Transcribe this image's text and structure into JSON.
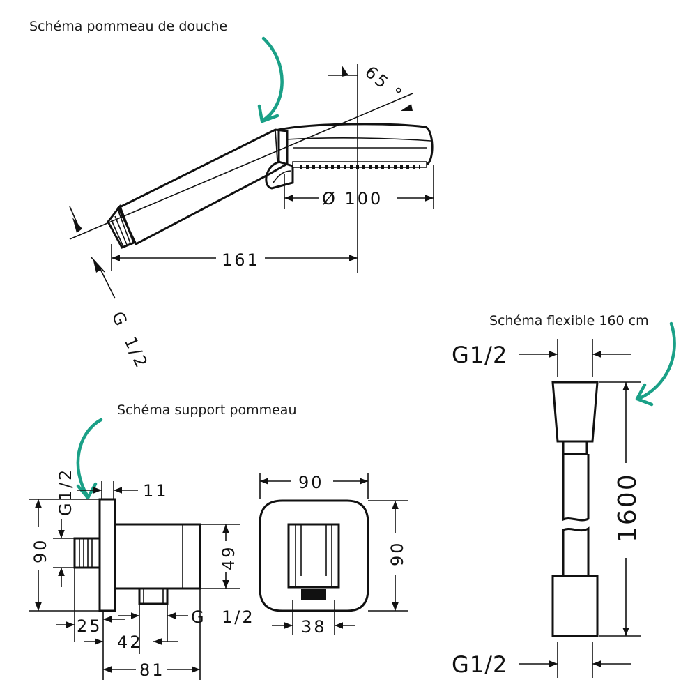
{
  "captions": {
    "shower_head": "Schéma pommeau de douche",
    "hose": "Schéma flexible 160 cm",
    "holder": "Schéma support pommeau"
  },
  "shower_head": {
    "angle": "65 °",
    "diameter": "Ø 100",
    "length": "161",
    "thread_line1": "G",
    "thread_line2": "1/2"
  },
  "hose": {
    "thread_top": "G1/2",
    "thread_bottom": "G1/2",
    "length": "1600"
  },
  "holder": {
    "thread_vertical": "G1/2",
    "offset": "11",
    "height_left": "90",
    "height_mid": "49",
    "dist_25": "25",
    "dist_42": "42",
    "depth": "81",
    "thread_g": "G",
    "thread_half": "1/2",
    "front_width": "90",
    "front_height": "90",
    "front_38": "38"
  },
  "colors": {
    "line": "#111111",
    "arrow_accent": "#1aa087"
  }
}
